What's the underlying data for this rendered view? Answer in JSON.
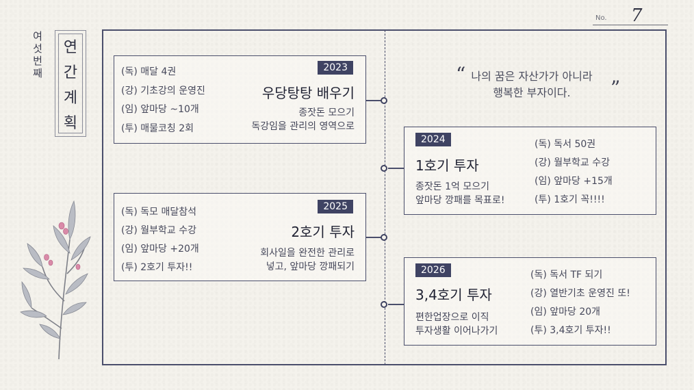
{
  "page_number": {
    "label": "No.",
    "value": "7"
  },
  "side_title": {
    "small": [
      "여",
      "섯",
      "번",
      "째"
    ],
    "big": [
      "연",
      "간",
      "계",
      "획"
    ]
  },
  "quote": {
    "open": "“",
    "close": "”",
    "line1": "나의 꿈은 자산가가 아니라",
    "line2": "행복한 부자이다."
  },
  "plans": [
    {
      "year": "2023",
      "title": "우당탕탕 배우기",
      "subtitle": [
        "종잣돈 모으기",
        "독강임을 관리의 영역으로"
      ],
      "items": [
        "(독) 매달 4권",
        "(강) 기초강의 운영진",
        "(임) 앞마당 ~10개",
        "(투) 매물코칭 2회"
      ]
    },
    {
      "year": "2024",
      "title": "1호기 투자",
      "subtitle": [
        "종잣돈 1억 모으기",
        "앞마당 깡패를 목표로!"
      ],
      "items": [
        "(독) 독서 50권",
        "(강) 월부학교 수강",
        "(임) 앞마당 +15개",
        "(투) 1호기 꼭!!!!"
      ]
    },
    {
      "year": "2025",
      "title": "2호기 투자",
      "subtitle": [
        "회사일을 완전한 관리로",
        "넣고, 앞마당 깡패되기"
      ],
      "items": [
        "(독) 독모 매달참석",
        "(강) 월부학교 수강",
        "(임) 앞마당 +20개",
        "(투) 2호기 투자!!"
      ]
    },
    {
      "year": "2026",
      "title": "3,4호기 투자",
      "subtitle": [
        "편한업장으로 이직",
        "투자생활 이어나가기"
      ],
      "items": [
        "(독) 독서 TF 되기",
        "(강) 열반기초 운영진 또!",
        "(임) 앞마당 20개",
        "(투) 3,4호기 투자!!"
      ]
    }
  ],
  "colors": {
    "frame": "#4a4e6b",
    "year_badge": "#3f4363",
    "paper": "#f4f2ec"
  }
}
